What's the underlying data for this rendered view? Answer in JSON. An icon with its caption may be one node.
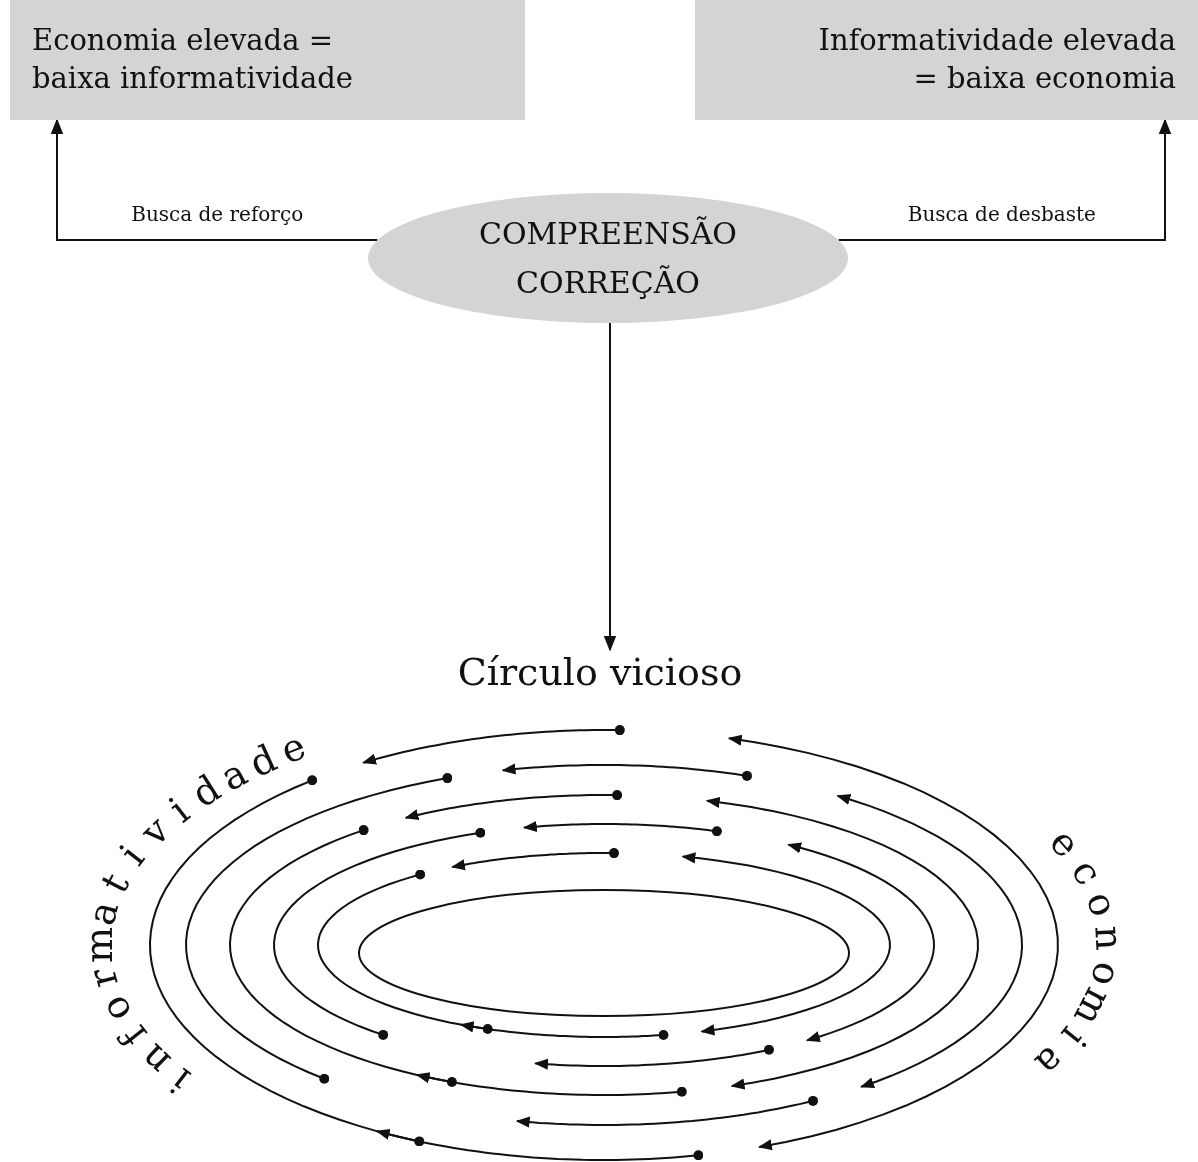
{
  "diagram": {
    "nodes": [
      {
        "text": [
          "Economia elevada = baixa informatividade"
        ]
      },
      {
        "text": [
          "Informatividade elevada = baixa economia"
        ]
      },
      {
        "text": [
          "COMPREENSÃO CORREÇÃO"
        ]
      },
      {
        "text": [
          "Círculo vicioso"
        ]
      }
    ],
    "edges": [
      {
        "from": 2,
        "to": 0,
        "arrow": "to",
        "label": "Busca de reforço"
      },
      {
        "from": 2,
        "to": 1,
        "arrow": "to",
        "label": "Busca de desbaste"
      },
      {
        "from": 2,
        "to": 3,
        "arrow": "to"
      }
    ],
    "labels": [
      "informatividade",
      "economia"
    ]
  }
}
